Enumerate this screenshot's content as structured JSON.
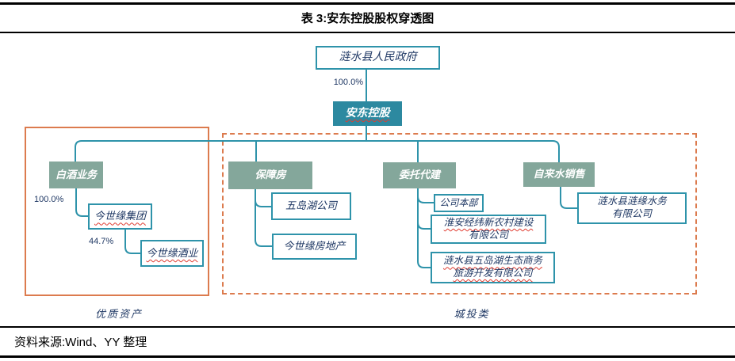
{
  "title": "表 3:安东控股股权穿透图",
  "footer": {
    "source": "资料来源:Wind、YY 整理"
  },
  "colors": {
    "teal_fill": "#2c89a0",
    "teal_line": "#2e93aa",
    "sage_fill": "#84a79b",
    "orange_border": "#dc7b4e",
    "navy_text": "#1f3864",
    "squiggle_red": "#e03c31",
    "rule_black": "#000000"
  },
  "diagram": {
    "root": {
      "label": "涟水县人民政府"
    },
    "holding": {
      "label": "安东控股"
    },
    "ownership": {
      "gov_to_holding": "100.0%",
      "baijiu_to_group": "100.0%",
      "group_to_liquor": "44.7%"
    },
    "categories": {
      "baijiu": {
        "label": "白酒业务"
      },
      "housing": {
        "label": "保障房"
      },
      "construction": {
        "label": "委托代建"
      },
      "water": {
        "label": "自来水销售"
      }
    },
    "companies": {
      "jsy_group": {
        "label": "今世缘集团"
      },
      "jsy_liquor": {
        "label": "今世缘酒业"
      },
      "wudaohu": {
        "label": "五岛湖公司"
      },
      "jsy_realestate": {
        "label": "今世缘房地产"
      },
      "hq": {
        "label": "公司本部"
      },
      "huaian": {
        "line1": "淮安经纬新农村建设",
        "line2": "有限公司"
      },
      "tourism": {
        "line1": "涟水县五岛湖生态商务",
        "line2": "旅游开发有限公司"
      },
      "lianyuan": {
        "line1": "涟水县涟缘水务",
        "line2": "有限公司"
      }
    },
    "group_labels": {
      "quality_assets": "优质资产",
      "chengtou": "城投类"
    }
  }
}
